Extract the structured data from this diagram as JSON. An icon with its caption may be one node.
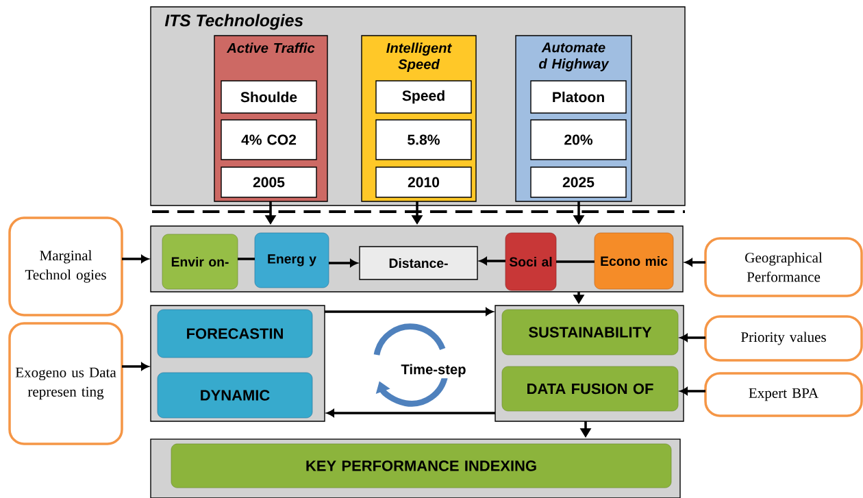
{
  "diagram": {
    "nodes": [
      {
        "text": [
          "ITS Technologies"
        ]
      },
      {
        "text": [
          "Active Traffic"
        ],
        "in": 0
      },
      {
        "text": [
          "Shoulde"
        ],
        "in": 1
      },
      {
        "text": [
          "4% CO2"
        ],
        "in": 1
      },
      {
        "text": [
          "2005"
        ],
        "in": 1
      },
      {
        "text": [
          "Intelligent Speed"
        ],
        "in": 0
      },
      {
        "text": [
          "Speed"
        ],
        "in": 5
      },
      {
        "text": [
          "5.8%"
        ],
        "in": 5
      },
      {
        "text": [
          "2010"
        ],
        "in": 5
      },
      {
        "text": [
          "Automate d Highway"
        ],
        "in": 0
      },
      {
        "text": [
          "Platoon"
        ],
        "in": 9
      },
      {
        "text": [
          "20%"
        ],
        "in": 9
      },
      {
        "text": [
          "2025"
        ],
        "in": 9
      },
      {
        "text": [],
        "shape": "box"
      },
      {
        "text": [
          "Envir on-"
        ],
        "in": 13
      },
      {
        "text": [
          "Energ y"
        ],
        "in": 13
      },
      {
        "text": [
          "Distance-"
        ],
        "in": 13
      },
      {
        "text": [
          "Soci al"
        ],
        "in": 13
      },
      {
        "text": [
          "Econo mic"
        ],
        "in": 13
      },
      {
        "text": [
          "Marginal Technol ogies"
        ]
      },
      {
        "text": [
          "Geographical Performance"
        ]
      },
      {
        "text": [],
        "shape": "box"
      },
      {
        "text": [
          "FORECASTIN"
        ],
        "in": 21
      },
      {
        "text": [
          "DYNAMIC"
        ],
        "in": 21
      },
      {
        "text": [],
        "shape": "box"
      },
      {
        "text": [
          "SUSTAINABILITY"
        ],
        "in": 24
      },
      {
        "text": [
          "DATA FUSION OF"
        ],
        "in": 24
      },
      {
        "text": [
          "Exogeno us Data represen ting"
        ]
      },
      {
        "text": [
          "Priority values"
        ]
      },
      {
        "text": [
          "Expert BPA"
        ]
      },
      {
        "text": [],
        "shape": "box"
      },
      {
        "text": [
          "KEY PERFORMANCE INDEXING"
        ],
        "in": 30
      }
    ],
    "edges": [
      {
        "from": 1,
        "to": 13,
        "arrow": "to"
      },
      {
        "from": 5,
        "to": 13,
        "arrow": "to"
      },
      {
        "from": 9,
        "to": 13,
        "arrow": "to"
      },
      {
        "from": 19,
        "to": 13,
        "arrow": "to"
      },
      {
        "from": 20,
        "to": 13,
        "arrow": "to"
      },
      {
        "from": 14,
        "to": 15,
        "arrow": "none"
      },
      {
        "from": 15,
        "to": 16,
        "arrow": "to"
      },
      {
        "from": 17,
        "to": 16,
        "arrow": "to"
      },
      {
        "from": 18,
        "to": 17,
        "arrow": "none"
      },
      {
        "from": 13,
        "to": 24,
        "arrow": "to"
      },
      {
        "from": 21,
        "to": 24,
        "arrow": "to"
      },
      {
        "from": 24,
        "to": 21,
        "arrow": "to"
      },
      {
        "from": 27,
        "to": 21,
        "arrow": "to"
      },
      {
        "from": 28,
        "to": 25,
        "arrow": "to"
      },
      {
        "from": 29,
        "to": 26,
        "arrow": "to"
      },
      {
        "from": 24,
        "to": 30,
        "arrow": "to"
      }
    ],
    "labels": [
      "Time-step"
    ]
  }
}
